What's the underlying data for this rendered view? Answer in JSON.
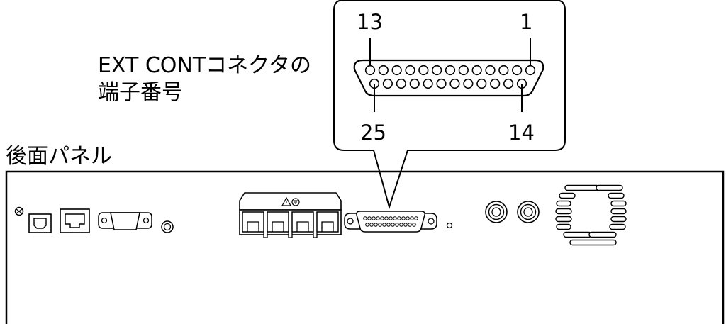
{
  "caption": {
    "line1": "EXT CONTコネクタの",
    "line2": "端子番号"
  },
  "panel_title": "後面パネル",
  "pin_labels": {
    "top_left": "13",
    "top_right": "1",
    "bottom_left": "25",
    "bottom_right": "14"
  },
  "connector": {
    "name": "EXT CONT",
    "top_row_pins": 13,
    "bottom_row_pins": 12
  }
}
